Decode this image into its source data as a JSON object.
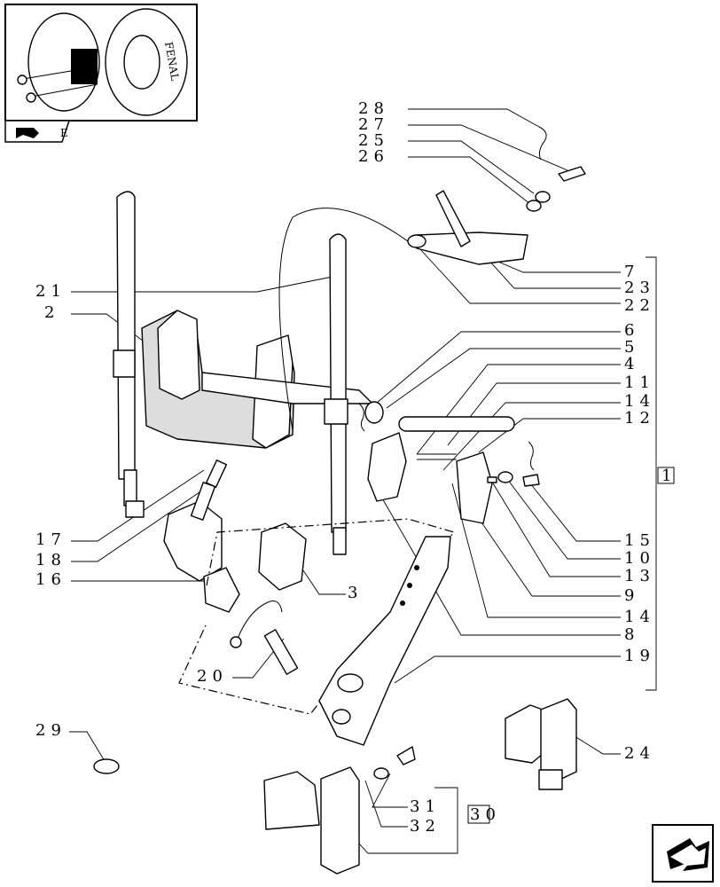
{
  "callouts": {
    "c28": "28",
    "c27": "27",
    "c25": "25",
    "c26": "26",
    "c7": "7",
    "c23": "23",
    "c22": "22",
    "c21": "21",
    "c2": "2",
    "c6": "6",
    "c5": "5",
    "c4": "4",
    "c11": "11",
    "c14a": "14",
    "c12": "12",
    "c1": "1",
    "c15": "15",
    "c10": "10",
    "c13": "13",
    "c9": "9",
    "c14b": "14",
    "c8": "8",
    "c19": "19",
    "c17": "17",
    "c18": "18",
    "c16": "16",
    "c3": "3",
    "c20": "20",
    "c29": "29",
    "c24": "24",
    "c31": "31",
    "c32": "32",
    "c30": "30"
  },
  "thumbnail": {
    "icon": "tractor-rear-wheel-thumbnail",
    "label": "E",
    "wheel_text": "FENAL"
  },
  "icons": {
    "corner": "next-page-arrow-icon",
    "section": "hitch-section-icon"
  }
}
